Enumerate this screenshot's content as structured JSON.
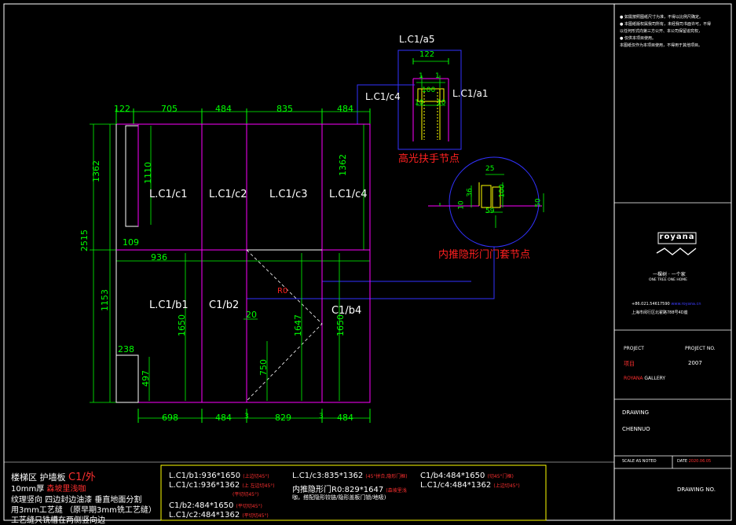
{
  "colors": {
    "green": "#00ff00",
    "magenta": "#ff00ff",
    "blue": "#3232ff",
    "yellow": "#ffff00",
    "red": "#ff2020",
    "white": "#ffffff"
  },
  "detail_top": {
    "title": "L.C1/a5",
    "width": "122",
    "dims": [
      "1",
      "1",
      "100",
      "10",
      "10"
    ],
    "left_label": "L.C1/c4",
    "right_label": "L.C1/a1",
    "caption": "高光扶手节点"
  },
  "detail_circle": {
    "dims": [
      "25",
      "100",
      "36",
      "10",
      "59",
      "50"
    ],
    "caption": "内推隐形门门套节点"
  },
  "plan": {
    "top_dims": [
      "122",
      "705",
      "484",
      "835",
      "484"
    ],
    "left_dims": [
      "1362",
      "2515",
      "1153"
    ],
    "inner_left_dims": [
      "1110",
      "109",
      "936",
      "238",
      "497"
    ],
    "right_dim": "1362",
    "upper_panels": [
      "L.C1/c1",
      "L.C1/c2",
      "L.C1/c3",
      "L.C1/c4"
    ],
    "lower_panels": [
      "L.C1/b1",
      "C1/b2",
      "C1/b4"
    ],
    "lower_dims": [
      "1650",
      "20",
      "750",
      "1647",
      "1650"
    ],
    "door_label": "R0",
    "bottom_dims": [
      "698",
      "484",
      "829",
      "484"
    ],
    "bottom_ticks": [
      "3",
      "3"
    ]
  },
  "bottom_left": {
    "line1_prefix": "楼梯区 护墙板",
    "line1_code": "C1/外",
    "line2_prefix": "10mm厚",
    "line2_red": "森坡里浅咖",
    "line3": "纹理竖向 四边封边油漆 垂直地面分割",
    "line4": "用3mm工艺缝  （原早期3mm铣工艺缝）",
    "line5": "工艺缝只铣槽在两侧竖向边"
  },
  "bottom_spec": {
    "col1": [
      {
        "main": "L.C1/b1:936*1650",
        "note": "(上边切45°)"
      },
      {
        "main": "L.C1/c1:936*1362",
        "note": "(上 左边切45°)"
      },
      {
        "main": "",
        "note": "(平切切45°)"
      },
      {
        "main": "C1/b2:484*1650",
        "note": "(平切切45°)"
      },
      {
        "main": "L.C1/c2:484*1362",
        "note": "(平切切45°)"
      }
    ],
    "col2": [
      {
        "main": "L.C1/c3:835*1362",
        "note": "(45°拼合,隐形门框)"
      },
      {
        "main": "内推隐形门R0:829*1647",
        "note": "(森坡里浅"
      },
      {
        "main": "咖，搭配隐形铰链/隐形盖板门锁/地吸)",
        "note": ""
      }
    ],
    "col3": [
      {
        "main": "C1/b4:484*1650",
        "note": "(切45°门框)"
      },
      {
        "main": "L.C1/c4:484*1362",
        "note": "(上边切45°)"
      }
    ]
  },
  "title_block": {
    "notes": [
      "● 如需按照图纸尺寸为准，不得以比例尺确定。",
      "● 本图纸版权属我司所有，未经我司书面许可，不得",
      "  以任何形式向第三方公开、本公司保留追究权，",
      "● 仅供本项目使用。",
      "  本图纸仅作为本项目使用，不得用于其他项目。"
    ],
    "brand": "royana",
    "slogan_cn": "一棵树 · 一个家",
    "slogan_en": "ONE TREE ONE HOME",
    "phone": "+86.021.54617590",
    "website": "www.royana.cn",
    "address": "上海市闵行区北翟路788号4D座",
    "project_label": "PROJECT",
    "project_no_label": "PROJECT NO.",
    "project_name": "项目",
    "project_no": "2007",
    "gallery_brand": "ROYANA",
    "gallery_text": "GALLERY",
    "drawing_label": "DRAWING",
    "drawer": "CHENNUO",
    "scale_label": "SCALE AS NOTED",
    "date_label": "DATE",
    "date_value": "2020.06.05",
    "drawing_no_label": "DRAWING NO."
  }
}
